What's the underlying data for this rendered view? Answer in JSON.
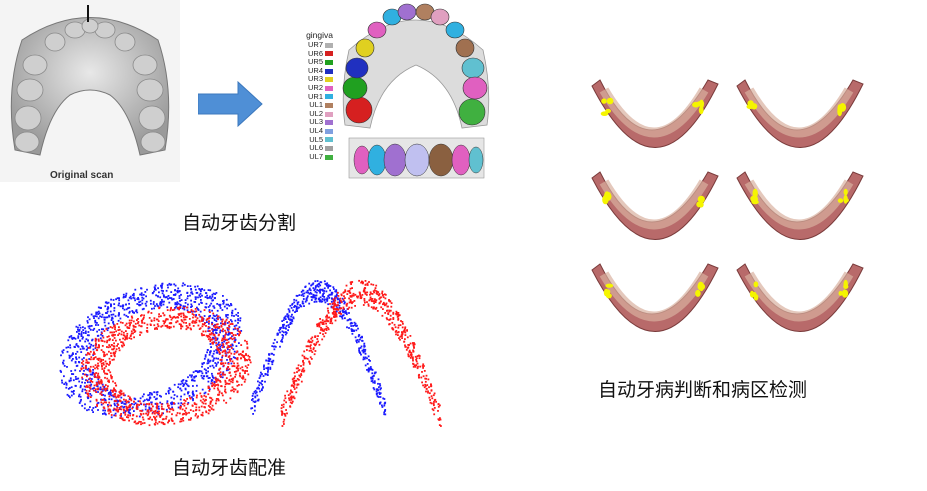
{
  "captions": {
    "segmentation": "自动牙齿分割",
    "registration": "自动牙齿配准",
    "detection": "自动牙病判断和病区检测"
  },
  "scan_label": "Original scan",
  "legend": {
    "root": "gingiva",
    "items": [
      {
        "label": "UR7",
        "color": "#b0b0b0"
      },
      {
        "label": "UR6",
        "color": "#d62020"
      },
      {
        "label": "UR5",
        "color": "#20a020"
      },
      {
        "label": "UR4",
        "color": "#2030c0"
      },
      {
        "label": "UR3",
        "color": "#e0d020"
      },
      {
        "label": "UR2",
        "color": "#e060c0"
      },
      {
        "label": "UR1",
        "color": "#30b0e0"
      },
      {
        "label": "UL1",
        "color": "#b08060"
      },
      {
        "label": "UL2",
        "color": "#e0a0c0"
      },
      {
        "label": "UL3",
        "color": "#a070d0"
      },
      {
        "label": "UL4",
        "color": "#80a0e0"
      },
      {
        "label": "UL5",
        "color": "#60c0d0"
      },
      {
        "label": "UL6",
        "color": "#a0a0a0"
      },
      {
        "label": "UL7",
        "color": "#40b040"
      }
    ]
  },
  "colors": {
    "arrow": "#4f8fd6",
    "blue_points": "#1a1aff",
    "red_points": "#ff1a1a",
    "gum": "#b86a6a",
    "lesion": "#f5f500"
  }
}
